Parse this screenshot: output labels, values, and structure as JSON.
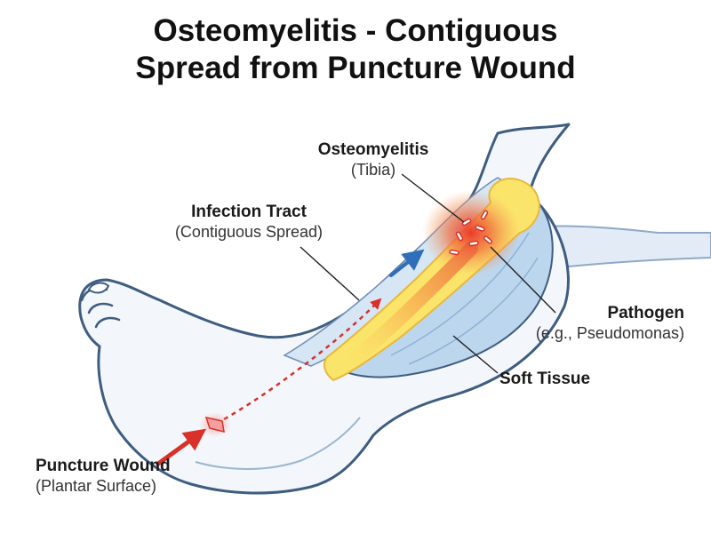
{
  "title": {
    "line1": "Osteomyelitis - Contiguous",
    "line2": "Spread from Puncture Wound"
  },
  "labels": {
    "osteomyelitis": {
      "title": "Osteomyelitis",
      "sub": "(Tibia)"
    },
    "infection_tract": {
      "title": "Infection Tract",
      "sub": "(Contiguous Spread)"
    },
    "pathogen": {
      "title": "Pathogen",
      "sub": "(e.g., Pseudomonas)"
    },
    "soft_tissue": {
      "title": "Soft Tissue"
    },
    "puncture_wound": {
      "title": "Puncture Wound",
      "sub": "(Plantar Surface)"
    }
  },
  "colors": {
    "outline": "#3f5d80",
    "skin": "#f3f6fa",
    "soft_tissue": "#bcd6ee",
    "bone": "#fbe46a",
    "infection": "#e8322c",
    "spread_arrow": "#2f6fba",
    "leader": "#222222"
  }
}
